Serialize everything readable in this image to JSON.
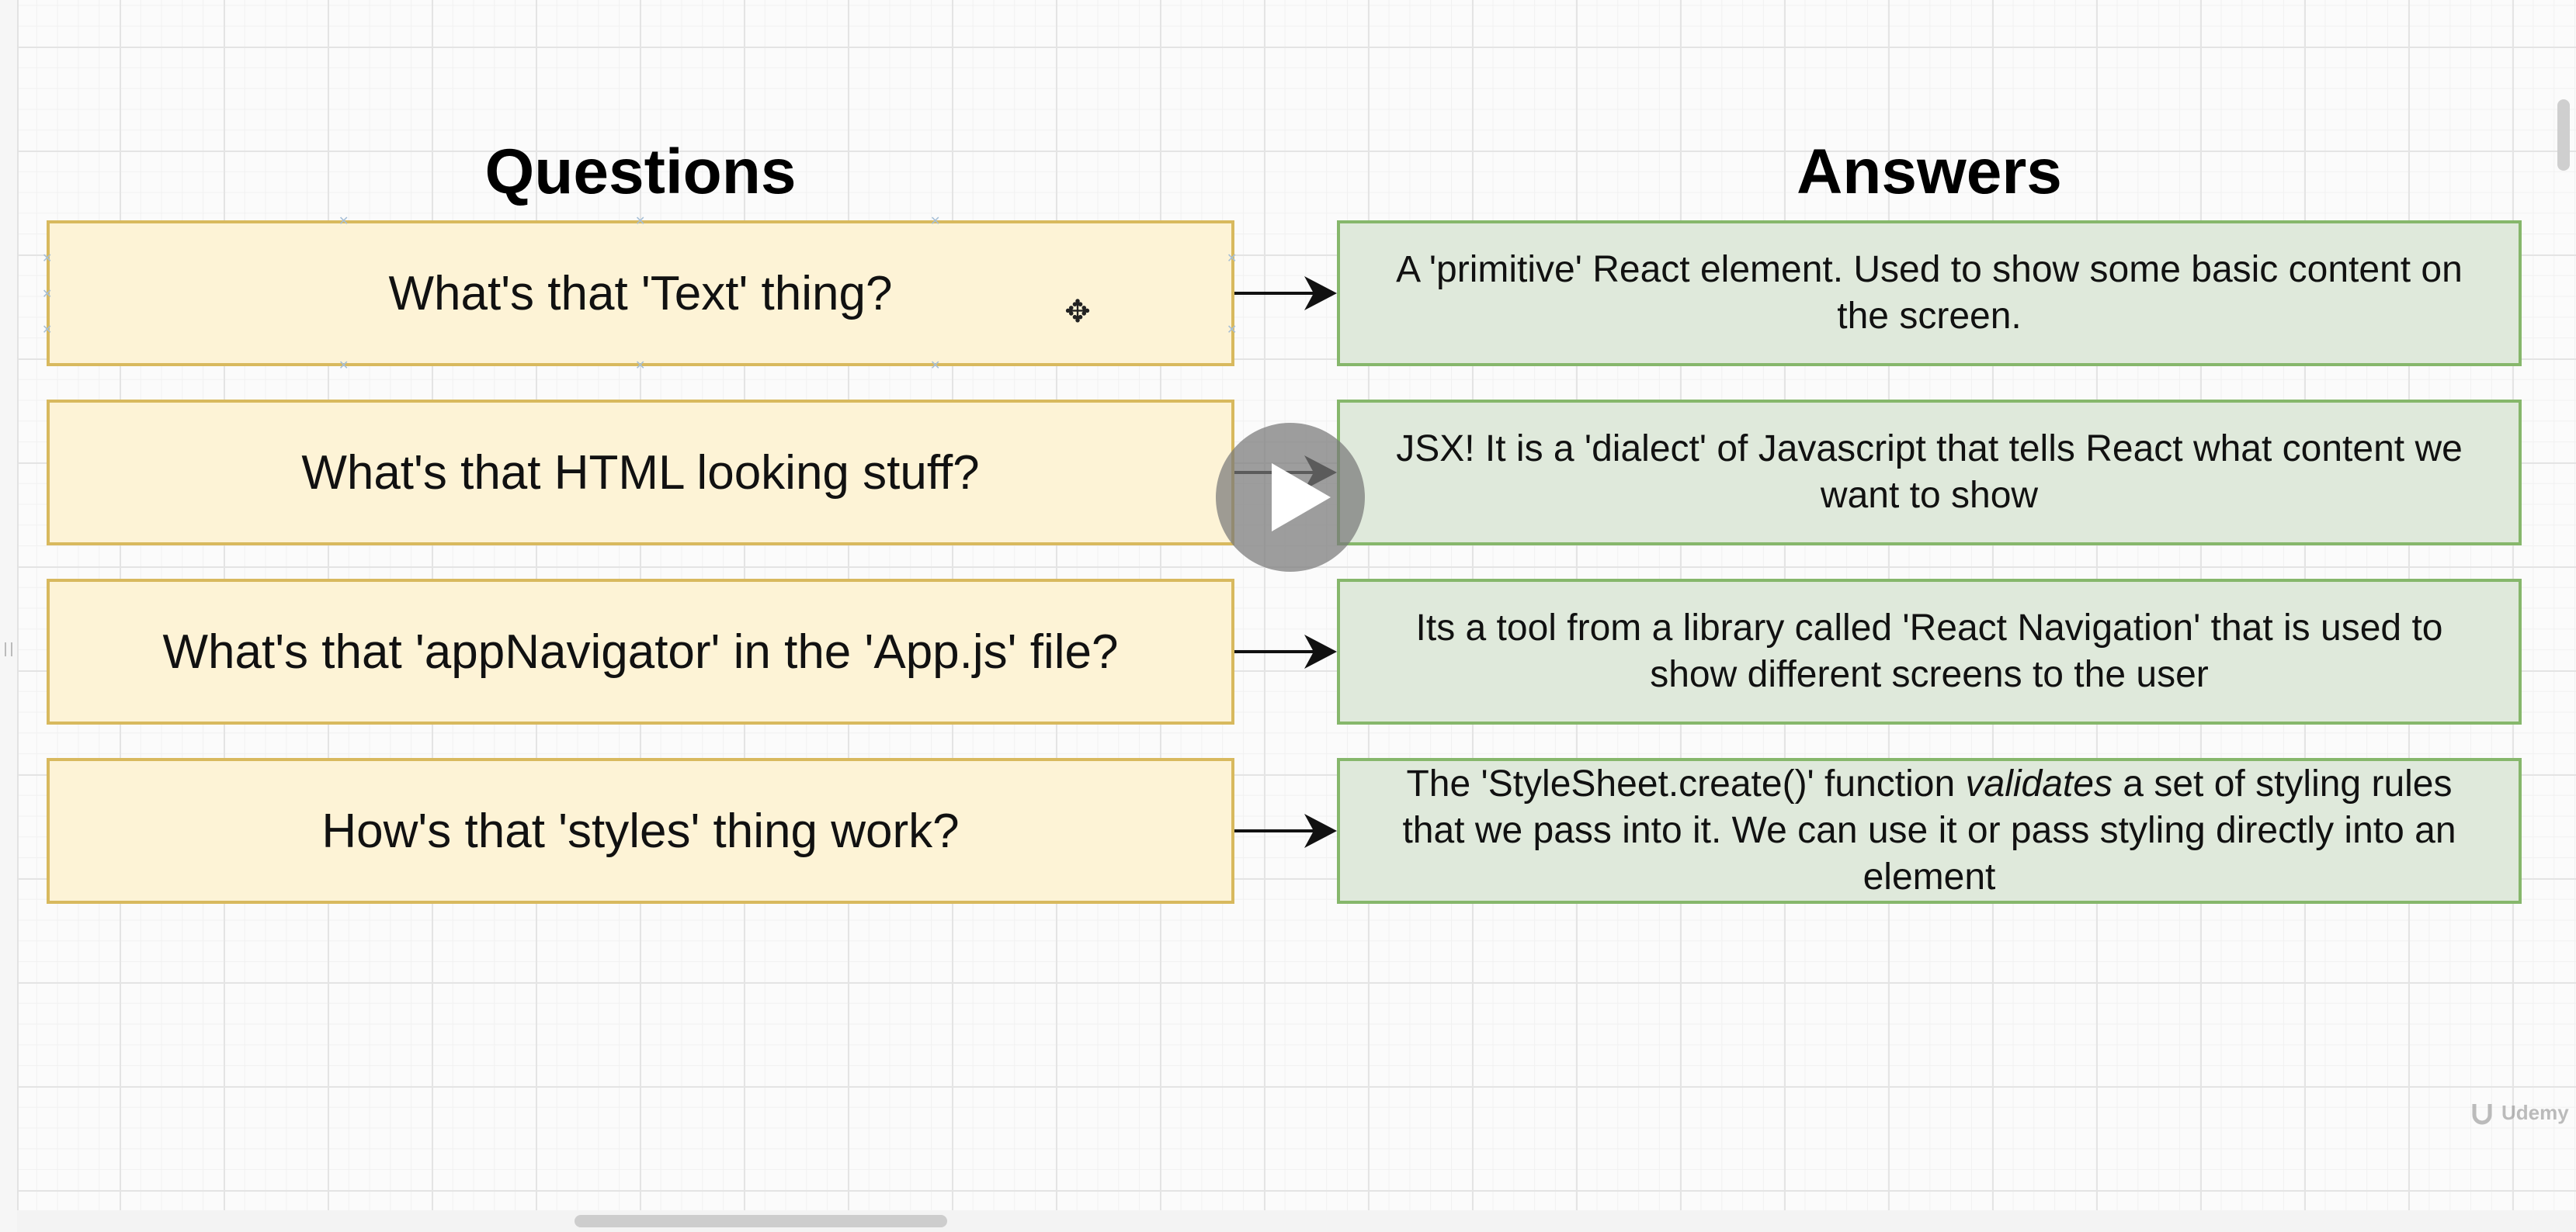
{
  "headers": {
    "questions": "Questions",
    "answers": "Answers"
  },
  "rows": [
    {
      "question": "What's that 'Text' thing?",
      "answer_lines": [
        "A 'primitive' React element.  Used to show some basic content on",
        "the screen."
      ]
    },
    {
      "question": "What's that HTML looking stuff?",
      "answer_lines": [
        "JSX!  It is a 'dialect' of Javascript that tells React what content we",
        "want to show"
      ]
    },
    {
      "question": "What's that 'appNavigator' in the 'App.js' file?",
      "answer_lines": [
        "Its a tool from a library called 'React Navigation' that is used to",
        "show different screens to the user"
      ]
    },
    {
      "question": "How's that 'styles' thing work?",
      "answer_lines": [
        "The 'StyleSheet.create()' function ",
        "validates",
        " a set of styling rules",
        "that we pass into it.  We can use it or pass styling directly into an",
        "element"
      ]
    }
  ],
  "watermark": {
    "text": "Udemy"
  },
  "colors": {
    "question_fill": "#fdf3d6",
    "question_border": "#d8b95e",
    "answer_fill": "#dfe9db",
    "answer_border": "#86b76b"
  }
}
